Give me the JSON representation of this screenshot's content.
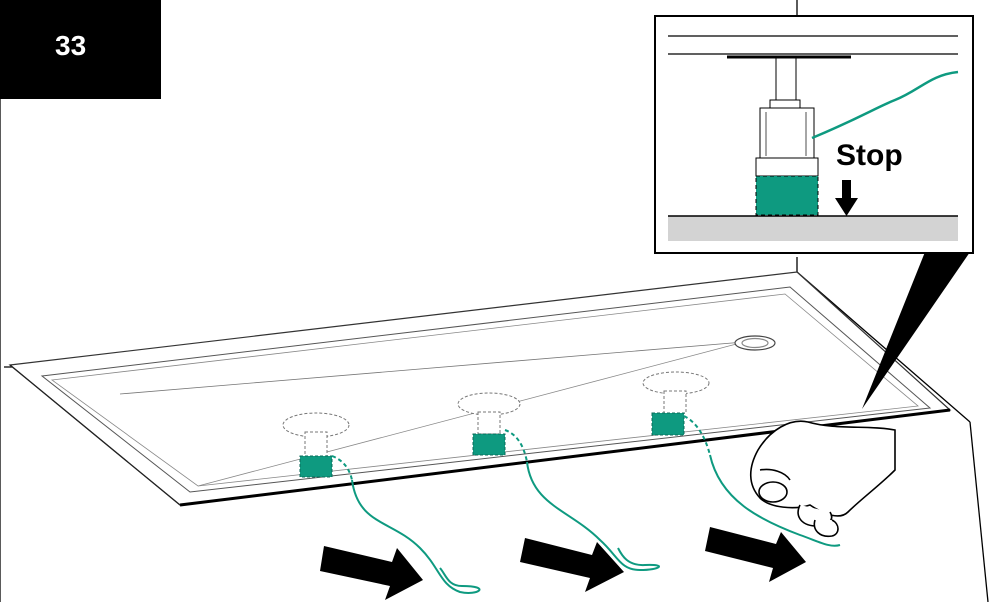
{
  "step": {
    "number": "33"
  },
  "inset": {
    "label": "Stop"
  },
  "colors": {
    "accent": "#0e9a80",
    "outline": "#000000",
    "floor": "#d3d3d3",
    "arrow": "#000000"
  },
  "feet": [
    {
      "name": "left-foot"
    },
    {
      "name": "middle-foot"
    },
    {
      "name": "right-foot"
    }
  ],
  "arrows": [
    {
      "name": "left-pull-arrow"
    },
    {
      "name": "middle-pull-arrow"
    },
    {
      "name": "right-pull-arrow"
    }
  ]
}
